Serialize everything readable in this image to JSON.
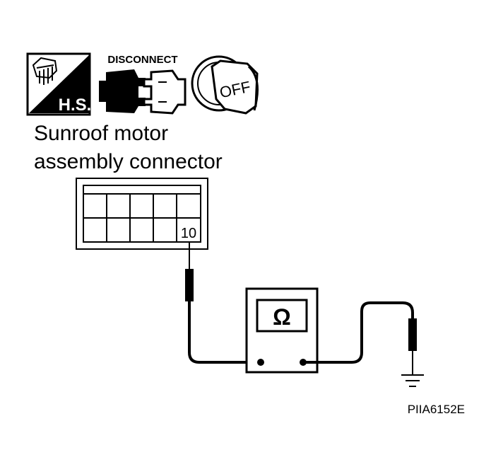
{
  "icons": {
    "harness_side": {
      "name": "harness-side-icon",
      "label": "H.S."
    },
    "disconnect": {
      "name": "disconnect-icon",
      "label": "DISCONNECT"
    },
    "ignition_key": {
      "name": "ignition-key-icon",
      "label": "OFF"
    }
  },
  "connector": {
    "title_line1": "Sunroof motor",
    "title_line2": "assembly connector",
    "terminal": "10"
  },
  "meter": {
    "name": "ohmmeter",
    "symbol": "Ω"
  },
  "ground": {
    "name": "ground-icon"
  },
  "figure_id": "PIIA6152E",
  "colors": {
    "ink": "#000000",
    "paper": "#ffffff"
  }
}
